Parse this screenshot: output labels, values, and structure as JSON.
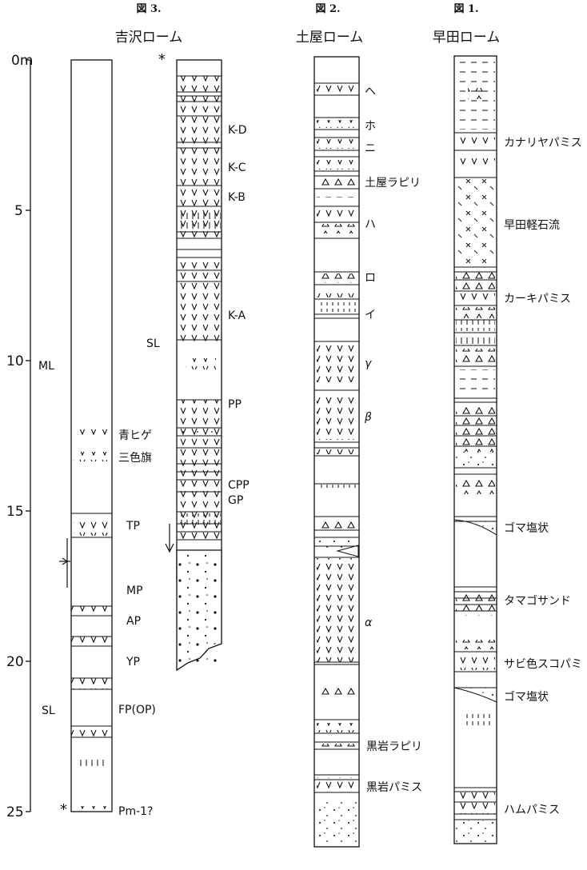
{
  "figures": [
    {
      "number": "図 3.",
      "title": "吉沢ローム"
    },
    {
      "number": "図 2.",
      "title": "土屋ローム"
    },
    {
      "number": "図 1.",
      "title": "早田ローム"
    }
  ],
  "depth_scale": {
    "unit_label": "0m",
    "ticks": [
      "0",
      "5",
      "10",
      "15",
      "20",
      "25"
    ]
  },
  "column_3a": {
    "labels": {
      "ml": "ML",
      "sl": "SL",
      "aohige": "青ヒゲ",
      "sanshokuki": "三色旗",
      "tp": "TP",
      "mp": "MP",
      "ap": "AP",
      "yp": "YP",
      "fp": "FP(OP)",
      "pm": "Pm-1?"
    }
  },
  "column_3b": {
    "labels": {
      "kd": "K-D",
      "kc": "K-C",
      "kb": "K-B",
      "ka": "K-A",
      "sl": "SL",
      "pp": "PP",
      "cpp": "CPP",
      "gp": "GP"
    }
  },
  "column_2": {
    "labels": {
      "he": "ヘ",
      "ho": "ホ",
      "ni": "ニ",
      "tsuchiya_lapilli": "土屋ラピリ",
      "ha": "ハ",
      "ro": "ロ",
      "i": "イ",
      "gamma": "γ",
      "beta": "β",
      "alpha": "α",
      "kuroiwa_lapilli": "黒岩ラピリ",
      "kuroiwa_pumice": "黒岩パミス"
    }
  },
  "column_1": {
    "labels": {
      "canary": "カナリヤパミス",
      "souda_flow": "早田軽石流",
      "khaki": "カーキパミス",
      "goma1": "ゴマ塩状",
      "tamago": "タマゴサンド",
      "sabi": "サビ色スコパミ",
      "goma2": "ゴマ塩状",
      "hamu": "ハムパミス"
    }
  }
}
